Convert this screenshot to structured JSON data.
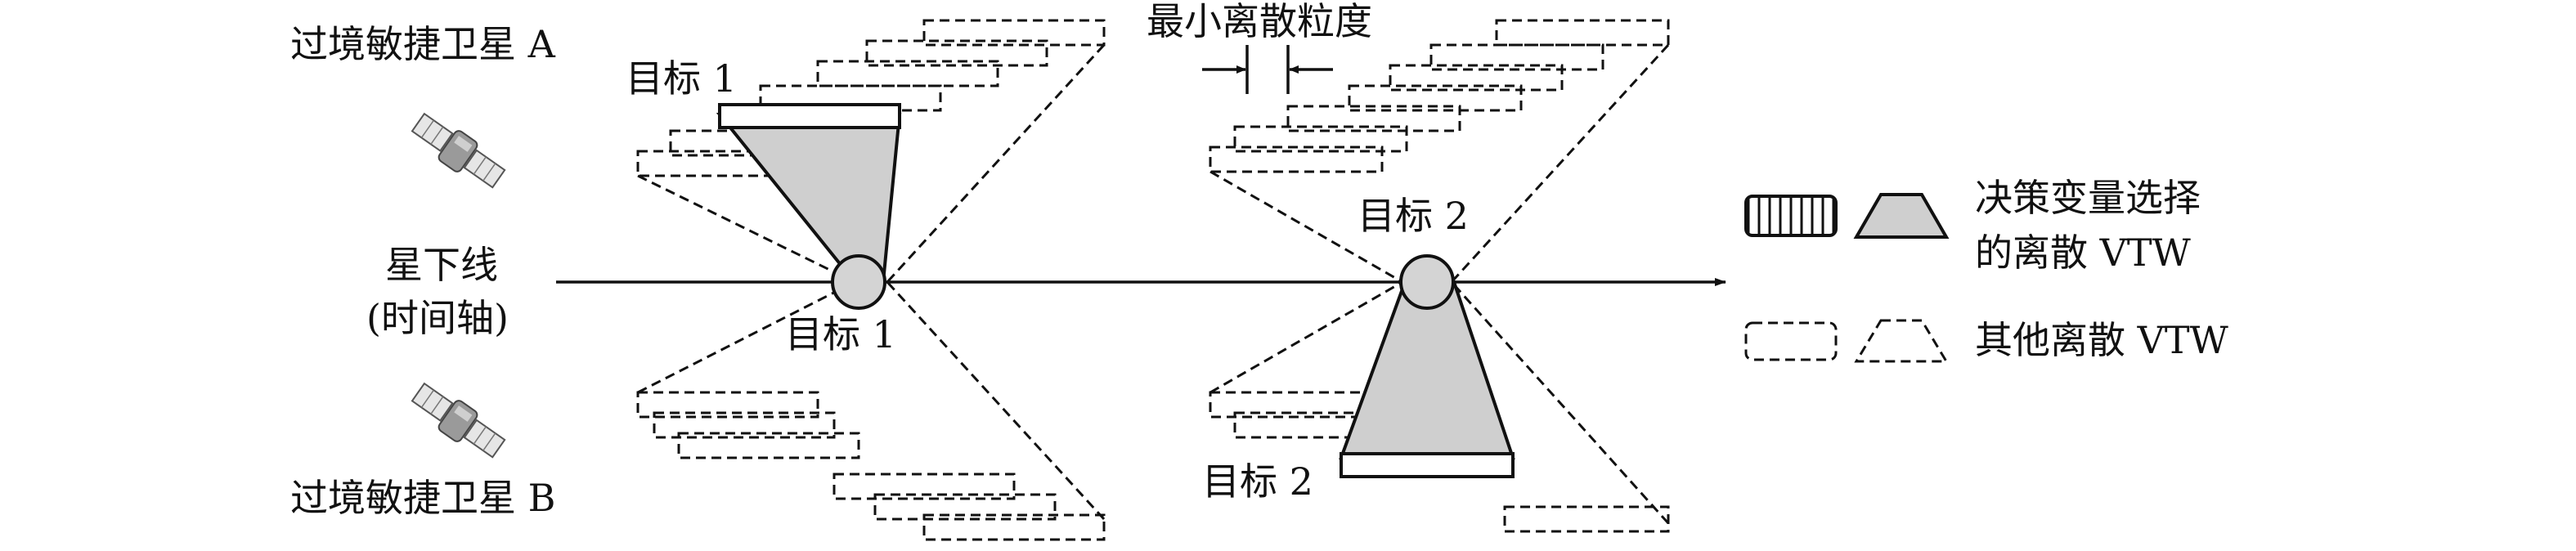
{
  "satellites": {
    "a_label": "过境敏捷卫星 A",
    "b_label": "过境敏捷卫星 B"
  },
  "axis": {
    "line1": "星下线",
    "line2": "(时间轴)"
  },
  "targets": {
    "t1_top": "目标 1",
    "t1_axis": "目标 1",
    "t2_axis": "目标 2",
    "t2_bottom": "目标 2"
  },
  "granularity_label": "最小离散粒度",
  "legend": {
    "selected_line1": "决策变量选择",
    "selected_line2": "的离散 VTW",
    "other": "其他离散 VTW"
  },
  "colors": {
    "cone_fill": "#cfcfcf",
    "stroke": "#111111"
  }
}
